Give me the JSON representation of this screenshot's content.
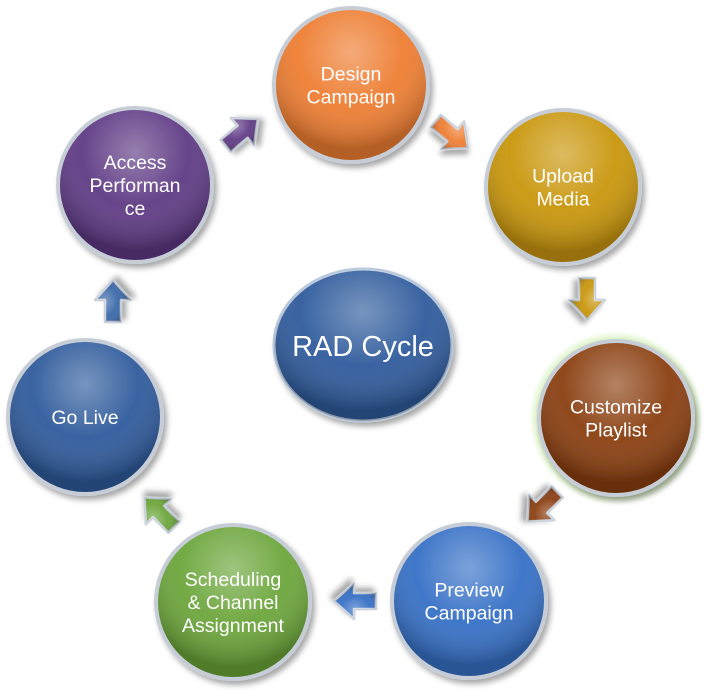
{
  "diagram": {
    "center": {
      "name": "rad-cycle",
      "label": "RAD Cycle",
      "color": "#2F5B9C"
    },
    "nodes": [
      {
        "name": "design-campaign",
        "lines": [
          "Design",
          "Campaign"
        ],
        "color": "#EE7D31"
      },
      {
        "name": "upload-media",
        "lines": [
          "Upload",
          "Media"
        ],
        "color": "#C9960C"
      },
      {
        "name": "customize-playlist",
        "lines": [
          "Customize",
          "Playlist"
        ],
        "color": "#8A3F10",
        "glow": "#A8E070"
      },
      {
        "name": "preview-campaign",
        "lines": [
          "Preview",
          "Campaign"
        ],
        "color": "#3670C6"
      },
      {
        "name": "scheduling-channel-assignment",
        "lines": [
          "Scheduling",
          "& Channel",
          "Assignment"
        ],
        "color": "#6BA53A"
      },
      {
        "name": "go-live",
        "lines": [
          "Go Live"
        ],
        "color": "#2F5B9C"
      },
      {
        "name": "access-performance",
        "lines": [
          "Access",
          "Performan",
          "ce"
        ],
        "color": "#5E3A84"
      }
    ],
    "arrows": [
      {
        "name": "arrow-design-to-upload",
        "color": "#EE7D31"
      },
      {
        "name": "arrow-upload-to-customize",
        "color": "#C9960C"
      },
      {
        "name": "arrow-customize-to-preview",
        "color": "#8A3F10"
      },
      {
        "name": "arrow-preview-to-scheduling",
        "color": "#3670C6"
      },
      {
        "name": "arrow-scheduling-to-golive",
        "color": "#6BA53A"
      },
      {
        "name": "arrow-golive-to-access",
        "color": "#3A68A8"
      },
      {
        "name": "arrow-access-to-design",
        "color": "#5E3A84"
      }
    ]
  }
}
